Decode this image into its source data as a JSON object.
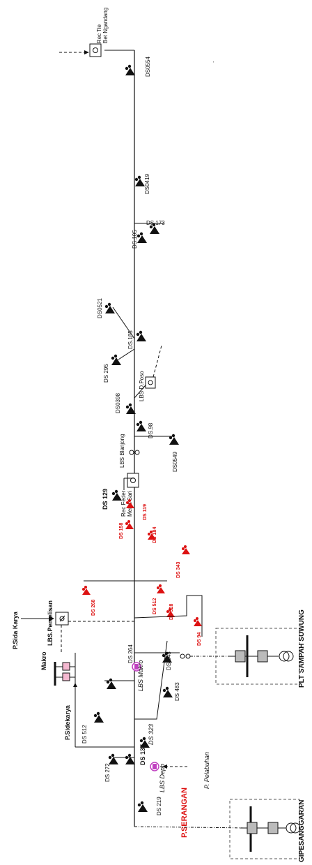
{
  "labels": {
    "rec_tie": "Rec Tie",
    "bet_ngandang": "Bet Ngandang",
    "ds0554": "DS0554",
    "ds0419": "DS0419",
    "ds173": "DS.173",
    "ds105": "DS.105",
    "ds0521": "DS0521",
    "ds185": "DS.185",
    "ds295": "DS 295",
    "lbs_d_poso": "LBS D.Poso",
    "ds0398": "DS0398",
    "ds98": "DS.98",
    "lbs_blanjong": "LBS Blanjong",
    "ds0549": "DS0549",
    "ds129": "DS 129",
    "rec_feder": "Rec Feder",
    "merta_sari": "Merta Sari",
    "ds119": "DS 119",
    "ds158": "DS 158",
    "ds184": "DS 184",
    "ds343": "DS 343",
    "ds268": "DS 268",
    "ds512r": "DS 512",
    "ds528": "DS 528",
    "ds94": "DS 94",
    "lbs_pemelisan": "LBS.Pemelisan",
    "p_sida_karya": "P.Sida Karya",
    "makro": "Makro",
    "ds264": "DS 264",
    "lbs_makro": "LBS Makro",
    "ds548": "DS 548",
    "ds483": "DS 483",
    "plt_sampah": "PLT SAMPAH  SUWUNG",
    "p_sidekarya": "P.Sidekarya",
    "ds512": "DS 512",
    "ds323": "DS 323",
    "ds137": "DS 137",
    "lbs_depo": "LBS Depo",
    "ds272": "DS 272",
    "p_pelabuhan": "P. Pelabuhan",
    "p_serangan": "P.SERANGAN",
    "ds219": "DS 219",
    "gipesanggaran": "GIPESANGGARAN"
  },
  "colors": {
    "line": "#111111",
    "red": "#d11111",
    "magenta": "#c040c0",
    "pink": "#f4b8d0"
  }
}
